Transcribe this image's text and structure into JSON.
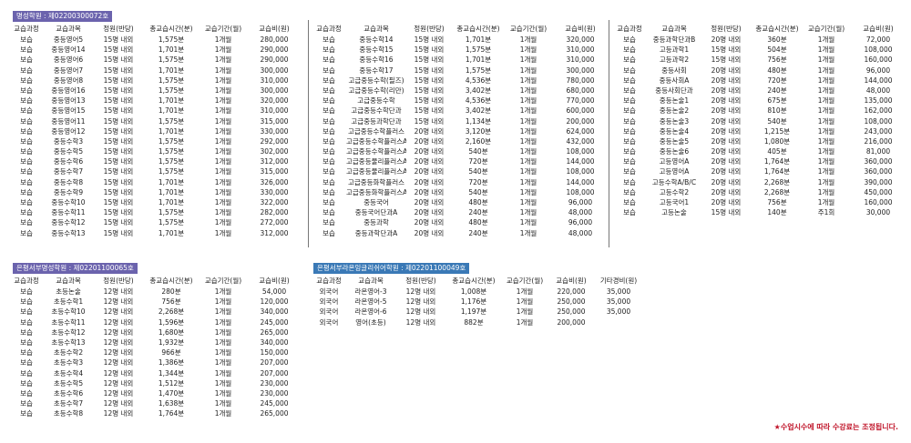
{
  "sections": [
    {
      "id": "s1",
      "badge": "명성학원 : 제02200300072호",
      "headers": [
        "교습과정",
        "교습과목",
        "정원(반당)",
        "총교습시간(분)",
        "교습기간(월)",
        "교습비(원)"
      ],
      "rows": [
        [
          "보습",
          "중등영어5",
          "15명 내외",
          "1,575분",
          "1개월",
          "280,000"
        ],
        [
          "보습",
          "중등영어14",
          "15명 내외",
          "1,701분",
          "1개월",
          "290,000"
        ],
        [
          "보습",
          "중등영어6",
          "15명 내외",
          "1,575분",
          "1개월",
          "290,000"
        ],
        [
          "보습",
          "중등영어7",
          "15명 내외",
          "1,701분",
          "1개월",
          "300,000"
        ],
        [
          "보습",
          "중등영어8",
          "15명 내외",
          "1,575분",
          "1개월",
          "310,000"
        ],
        [
          "보습",
          "중등영어16",
          "15명 내외",
          "1,575분",
          "1개월",
          "300,000"
        ],
        [
          "보습",
          "중등영어13",
          "15명 내외",
          "1,701분",
          "1개월",
          "320,000"
        ],
        [
          "보습",
          "중등영어15",
          "15명 내외",
          "1,701분",
          "1개월",
          "310,000"
        ],
        [
          "보습",
          "중등영어11",
          "15명 내외",
          "1,575분",
          "1개월",
          "315,000"
        ],
        [
          "보습",
          "중등영어12",
          "15명 내외",
          "1,701분",
          "1개월",
          "330,000"
        ],
        [
          "보습",
          "중등수학3",
          "15명 내외",
          "1,575분",
          "1개월",
          "292,000"
        ],
        [
          "보습",
          "중등수학5",
          "15명 내외",
          "1,575분",
          "1개월",
          "302,000"
        ],
        [
          "보습",
          "중등수학6",
          "15명 내외",
          "1,575분",
          "1개월",
          "312,000"
        ],
        [
          "보습",
          "중등수학7",
          "15명 내외",
          "1,575분",
          "1개월",
          "315,000"
        ],
        [
          "보습",
          "중등수학8",
          "15명 내외",
          "1,701분",
          "1개월",
          "326,000"
        ],
        [
          "보습",
          "중등수학9",
          "15명 내외",
          "1,701분",
          "1개월",
          "330,000"
        ],
        [
          "보습",
          "중등수학10",
          "15명 내외",
          "1,701분",
          "1개월",
          "322,000"
        ],
        [
          "보습",
          "중등수학11",
          "15명 내외",
          "1,575분",
          "1개월",
          "282,000"
        ],
        [
          "보습",
          "중등수학12",
          "15명 내외",
          "1,575분",
          "1개월",
          "272,000"
        ],
        [
          "보습",
          "중등수학13",
          "15명 내외",
          "1,701분",
          "1개월",
          "312,000"
        ]
      ]
    },
    {
      "id": "s1b",
      "badge": "",
      "headers": [
        "교습과정",
        "교습과목",
        "정원(반당)",
        "총교습시간(분)",
        "교습기간(월)",
        "교습비(원)"
      ],
      "rows": [
        [
          "보습",
          "중등수학14",
          "15명 내외",
          "1,701분",
          "1개월",
          "320,000"
        ],
        [
          "보습",
          "중등수학15",
          "15명 내외",
          "1,575분",
          "1개월",
          "310,000"
        ],
        [
          "보습",
          "중등수학16",
          "15명 내외",
          "1,701분",
          "1개월",
          "310,000"
        ],
        [
          "보습",
          "중등수학17",
          "15명 내외",
          "1,575분",
          "1개월",
          "300,000"
        ],
        [
          "보습",
          "고급중등수학(필즈)",
          "15명 내외",
          "4,536분",
          "1개월",
          "780,000"
        ],
        [
          "보습",
          "고급중등수학(리만)",
          "15명 내외",
          "3,402분",
          "1개월",
          "680,000"
        ],
        [
          "보습",
          "고급중등수학",
          "15명 내외",
          "4,536분",
          "1개월",
          "770,000"
        ],
        [
          "보습",
          "고급중등수학단과",
          "15명 내외",
          "3,402분",
          "1개월",
          "600,000"
        ],
        [
          "보습",
          "고급중등과학단과",
          "15명 내외",
          "1,134분",
          "1개월",
          "200,000"
        ],
        [
          "보습",
          "고급중등수학플러스",
          "20명 내외",
          "3,120분",
          "1개월",
          "624,000"
        ],
        [
          "보습",
          "고급중등수학플러스A",
          "20명 내외",
          "2,160분",
          "1개월",
          "432,000"
        ],
        [
          "보습",
          "고급중등수학플러스A",
          "20명 내외",
          "540분",
          "1개월",
          "108,000"
        ],
        [
          "보습",
          "고급중등물리플러스A",
          "20명 내외",
          "720분",
          "1개월",
          "144,000"
        ],
        [
          "보습",
          "고급중등물리플러스A",
          "20명 내외",
          "540분",
          "1개월",
          "108,000"
        ],
        [
          "보습",
          "고급중등화학플러스",
          "20명 내외",
          "720분",
          "1개월",
          "144,000"
        ],
        [
          "보습",
          "고급중등화학플러스A",
          "20명 내외",
          "540분",
          "1개월",
          "108,000"
        ],
        [
          "보습",
          "중등국어",
          "20명 내외",
          "480분",
          "1개월",
          "96,000"
        ],
        [
          "보습",
          "중등국어단과A",
          "20명 내외",
          "240분",
          "1개월",
          "48,000"
        ],
        [
          "보습",
          "중등과학",
          "20명 내외",
          "480분",
          "1개월",
          "96,000"
        ],
        [
          "보습",
          "중등과학단과A",
          "20명 내외",
          "240분",
          "1개월",
          "48,000"
        ]
      ]
    },
    {
      "id": "s1c",
      "badge": "",
      "headers": [
        "교습과정",
        "교습과목",
        "정원(반당)",
        "총교습시간(분)",
        "교습기간(월)",
        "교습비(원)"
      ],
      "rows": [
        [
          "보습",
          "중등과학단과B",
          "20명 내외",
          "360분",
          "1개월",
          "72,000"
        ],
        [
          "보습",
          "고등과학1",
          "15명 내외",
          "504분",
          "1개월",
          "108,000"
        ],
        [
          "보습",
          "고등과학2",
          "15명 내외",
          "756분",
          "1개월",
          "160,000"
        ],
        [
          "보습",
          "중등사회",
          "20명 내외",
          "480분",
          "1개월",
          "96,000"
        ],
        [
          "보습",
          "중등사회A",
          "20명 내외",
          "720분",
          "1개월",
          "144,000"
        ],
        [
          "보습",
          "중등사회단과",
          "20명 내외",
          "240분",
          "1개월",
          "48,000"
        ],
        [
          "보습",
          "중등논술1",
          "20명 내외",
          "675분",
          "1개월",
          "135,000"
        ],
        [
          "보습",
          "중등논술2",
          "20명 내외",
          "810분",
          "1개월",
          "162,000"
        ],
        [
          "보습",
          "중등논술3",
          "20명 내외",
          "540분",
          "1개월",
          "108,000"
        ],
        [
          "보습",
          "중등논술4",
          "20명 내외",
          "1,215분",
          "1개월",
          "243,000"
        ],
        [
          "보습",
          "중등논술5",
          "20명 내외",
          "1,080분",
          "1개월",
          "216,000"
        ],
        [
          "보습",
          "중등논술6",
          "20명 내외",
          "405분",
          "1개월",
          "81,000"
        ],
        [
          "보습",
          "고등영어A",
          "20명 내외",
          "1,764분",
          "1개월",
          "360,000"
        ],
        [
          "보습",
          "고등영어A",
          "20명 내외",
          "1,764분",
          "1개월",
          "360,000"
        ],
        [
          "보습",
          "고등수학A/B/C",
          "20명 내외",
          "2,268분",
          "1개월",
          "390,000"
        ],
        [
          "보습",
          "고등수학2",
          "20명 내외",
          "2,268분",
          "1개월",
          "450,000"
        ],
        [
          "보습",
          "고등국어1",
          "20명 내외",
          "756분",
          "1개월",
          "160,000"
        ],
        [
          "보습",
          "고등논술",
          "15명 내외",
          "140분",
          "주1회",
          "30,000"
        ]
      ]
    },
    {
      "id": "s2",
      "badge": "은평서부명성학원 : 제02201100065호",
      "headers": [
        "교습과정",
        "교습과목",
        "정원(반당)",
        "총교습시간(분)",
        "교습기간(월)",
        "교습비(원)"
      ],
      "rows": [
        [
          "보습",
          "초등논술",
          "12명 내외",
          "280분",
          "1개월",
          "54,000"
        ],
        [
          "보습",
          "초등수학1",
          "12명 내외",
          "756분",
          "1개월",
          "120,000"
        ],
        [
          "보습",
          "초등수학10",
          "12명 내외",
          "2,268분",
          "1개월",
          "340,000"
        ],
        [
          "보습",
          "초등수학11",
          "12명 내외",
          "1,596분",
          "1개월",
          "245,000"
        ],
        [
          "보습",
          "초등수학12",
          "12명 내외",
          "1,680분",
          "1개월",
          "265,000"
        ],
        [
          "보습",
          "초등수학13",
          "12명 내외",
          "1,932분",
          "1개월",
          "340,000"
        ],
        [
          "보습",
          "초등수학2",
          "12명 내외",
          "966분",
          "1개월",
          "150,000"
        ],
        [
          "보습",
          "초등수학3",
          "12명 내외",
          "1,386분",
          "1개월",
          "207,000"
        ],
        [
          "보습",
          "초등수학4",
          "12명 내외",
          "1,344분",
          "1개월",
          "207,000"
        ],
        [
          "보습",
          "초등수학5",
          "12명 내외",
          "1,512분",
          "1개월",
          "230,000"
        ],
        [
          "보습",
          "초등수학6",
          "12명 내외",
          "1,470분",
          "1개월",
          "230,000"
        ],
        [
          "보습",
          "초등수학7",
          "12명 내외",
          "1,638분",
          "1개월",
          "245,000"
        ],
        [
          "보습",
          "초등수학8",
          "12명 내외",
          "1,764분",
          "1개월",
          "265,000"
        ]
      ]
    },
    {
      "id": "s3",
      "badge": "은평서부라온잉글리쉬어학원 : 제02201100049호",
      "headers": [
        "교습과정",
        "교습과목",
        "정원(반당)",
        "총교습시간(분)",
        "교습기간(월)",
        "교습비(원)",
        "기타경비(원)"
      ],
      "rows": [
        [
          "외국어",
          "라온영어-3",
          "12명 내외",
          "1,008분",
          "1개월",
          "220,000",
          "35,000"
        ],
        [
          "외국어",
          "라온영어-5",
          "12명 내외",
          "1,176분",
          "1개월",
          "250,000",
          "35,000"
        ],
        [
          "외국어",
          "라온영어-6",
          "12명 내외",
          "1,197분",
          "1개월",
          "250,000",
          "35,000"
        ],
        [
          "외국어",
          "영어(초등)",
          "12명 내외",
          "882분",
          "1개월",
          "200,000",
          ""
        ]
      ]
    }
  ],
  "note": {
    "star": "★",
    "text": "수업시수에 따라 수강료는 조정됩니다."
  },
  "colors": {
    "badge_purple": "#6b63ad",
    "badge_blue": "#3a79b6",
    "note_red": "#c0152a"
  }
}
